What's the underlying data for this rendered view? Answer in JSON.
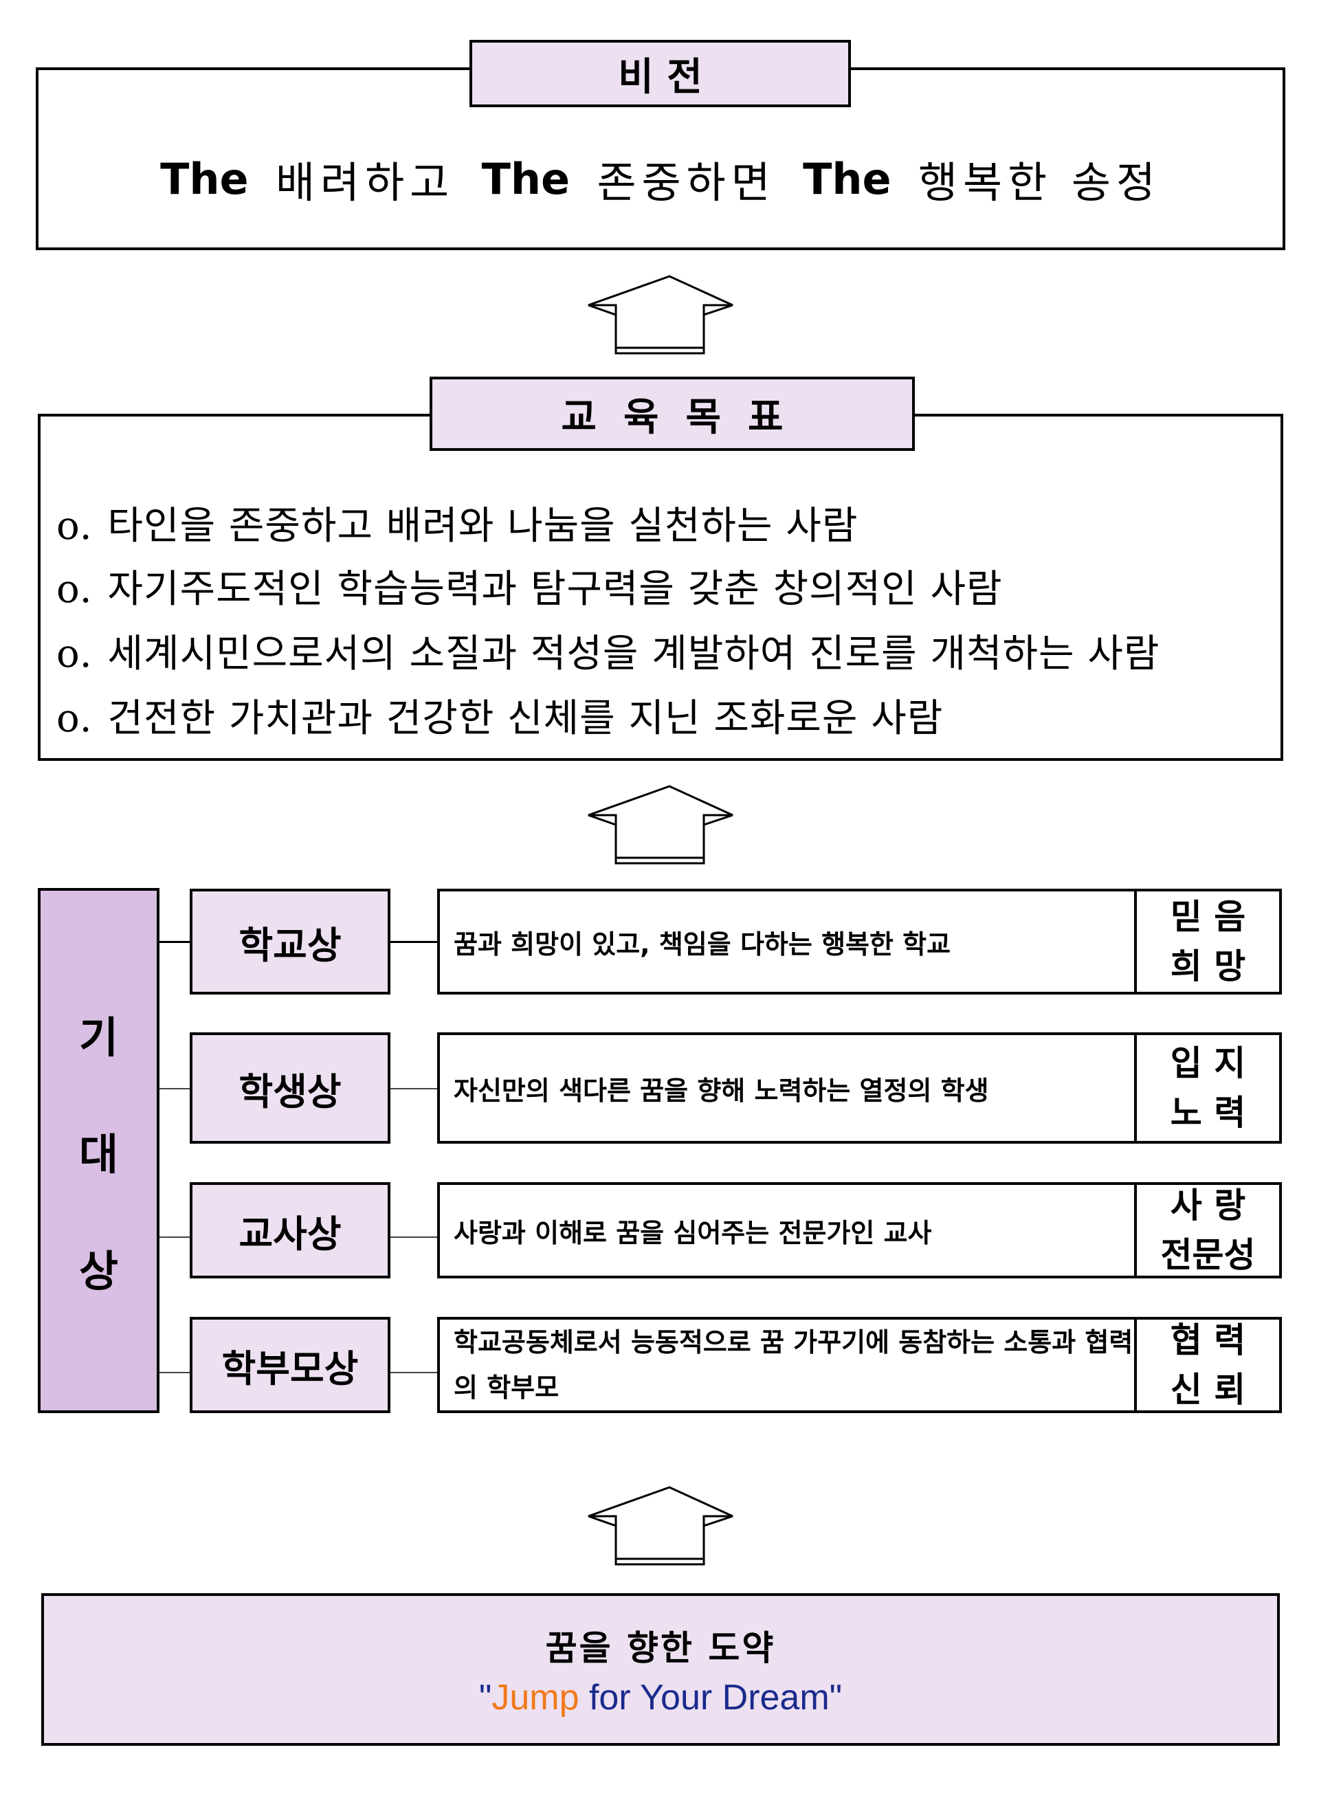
{
  "vision": {
    "title": "비 전",
    "parts": [
      "The",
      "배려하고",
      "The",
      "존중하면",
      "The",
      "행복한 송정"
    ]
  },
  "goals": {
    "title": "교  육  목  표",
    "bullet": "o.",
    "items": [
      "타인을 존중하고 배려와 나눔을 실천하는 사람",
      "자기주도적인 학습능력과 탐구력을 갖춘 창의적인 사람",
      "세계시민으로서의 소질과 적성을 계발하여 진로를 개척하는 사람",
      "건전한 가치관과 건강한 신체를 지닌 조화로운 사람"
    ]
  },
  "expected": {
    "title_chars": [
      "기",
      "대",
      "상"
    ],
    "rows": [
      {
        "label": "학교상",
        "desc": "꿈과 희망이 있고, 책임을 다하는 행복한 학교",
        "values": [
          "믿 음",
          "희 망"
        ]
      },
      {
        "label": "학생상",
        "desc": "자신만의 색다른 꿈을 향해 노력하는 열정의 학생",
        "values": [
          "입 지",
          "노 력"
        ]
      },
      {
        "label": "교사상",
        "desc": "사랑과 이해로 꿈을 심어주는 전문가인 교사",
        "values": [
          "사 랑",
          "전문성"
        ]
      },
      {
        "label": "학부모상",
        "desc": "학교공동체로서 능동적으로 꿈 가꾸기에 동참하는 소통과 협력의 학부모",
        "values": [
          "협 력",
          "신 뢰"
        ]
      }
    ]
  },
  "slogan": {
    "line1": "꿈을 향한 도약",
    "quote_open": "\"",
    "jump": "Jump",
    "rest": "for Your Dream",
    "quote_close": "\"",
    "colors": {
      "jump": "#f07a1a",
      "rest": "#1a2a8c"
    }
  },
  "icons": [
    "up-arrow-icon",
    "up-arrow-icon",
    "up-arrow-icon"
  ],
  "colors": {
    "header_bg": "#ece0f1",
    "side_bg": "#d9bfe3",
    "border": "#000000"
  }
}
